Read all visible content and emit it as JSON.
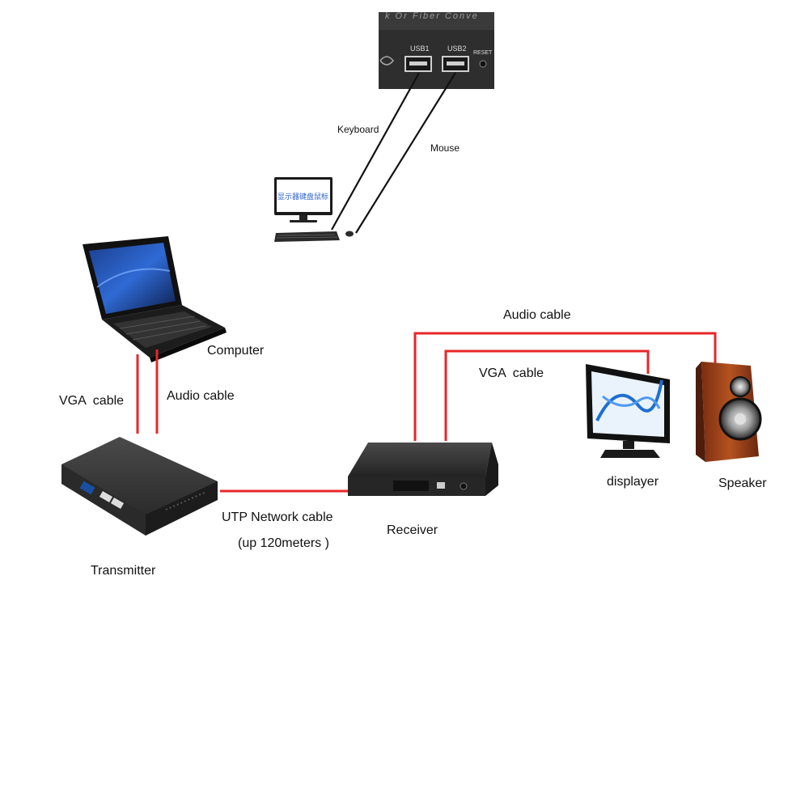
{
  "usb_panel": {
    "top_text": "k Or Fiber Conve",
    "port1": "USB1",
    "port2": "USB2",
    "reset": "RESET"
  },
  "monitor_screen_text": "显示器键盘鼠标",
  "labels": {
    "keyboard": "Keyboard",
    "mouse": "Mouse",
    "computer": "Computer",
    "vga_cable_left": "VGA  cable",
    "audio_cable_left": "Audio cable",
    "transmitter": "Transmitter",
    "utp_cable": "UTP Network cable",
    "utp_range": "(up 120meters )",
    "receiver": "Receiver",
    "audio_cable_right": "Audio cable",
    "vga_cable_right": "VGA  cable",
    "displayer": "displayer",
    "speaker": "Speaker"
  },
  "colors": {
    "cable_red": "#e8262a",
    "usb_cable": "#111111",
    "device_body": "#2b2b2b"
  }
}
